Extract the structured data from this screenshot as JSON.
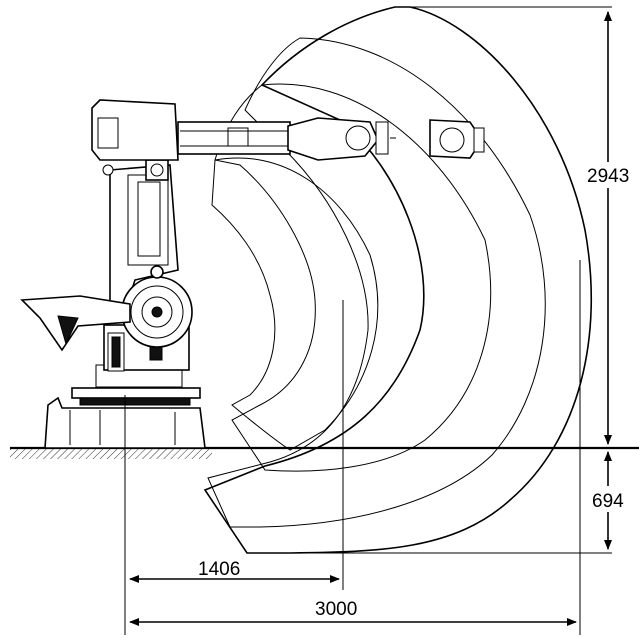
{
  "diagram": {
    "dimensions": {
      "max_height": "2943",
      "below_floor": "694",
      "min_reach": "1406",
      "max_reach": "3000"
    }
  }
}
